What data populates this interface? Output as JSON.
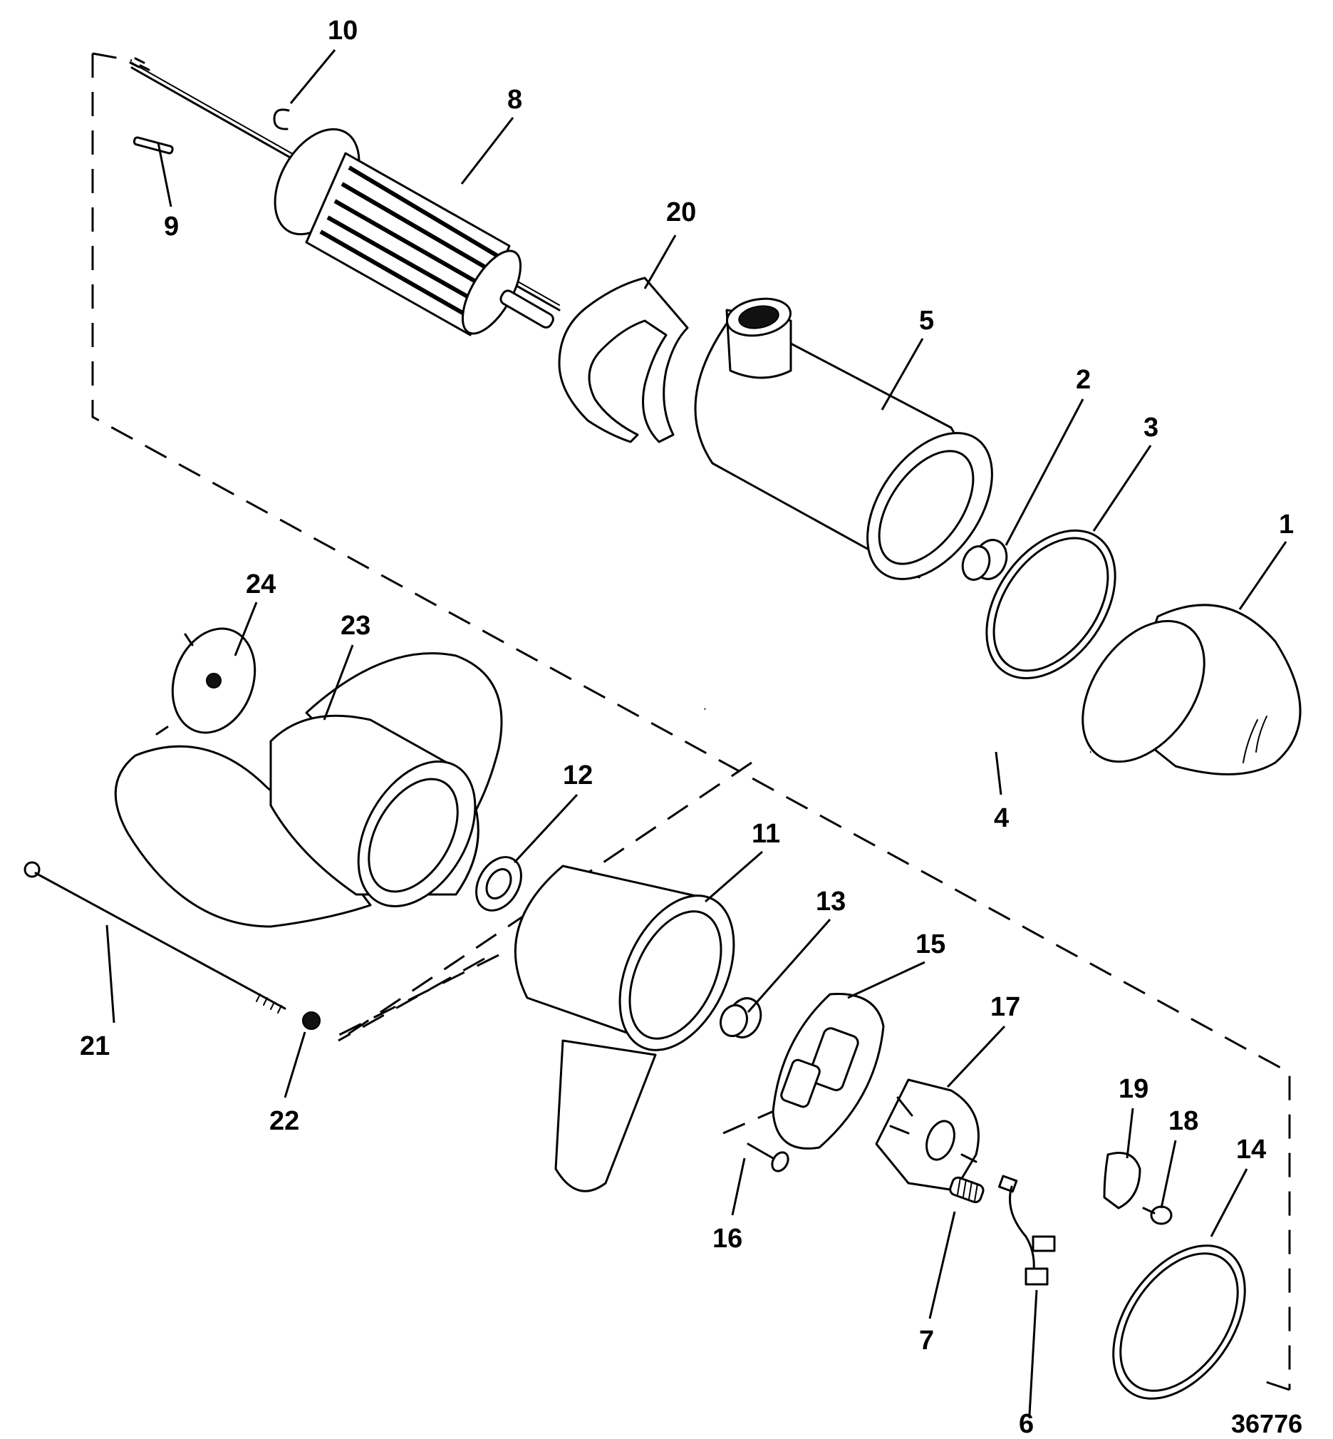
{
  "diagram": {
    "figure_number": "36776",
    "callouts": [
      "1",
      "2",
      "3",
      "4",
      "5",
      "6",
      "7",
      "8",
      "9",
      "10",
      "11",
      "12",
      "13",
      "14",
      "15",
      "16",
      "17",
      "18",
      "19",
      "20",
      "21",
      "22",
      "23",
      "24"
    ]
  }
}
